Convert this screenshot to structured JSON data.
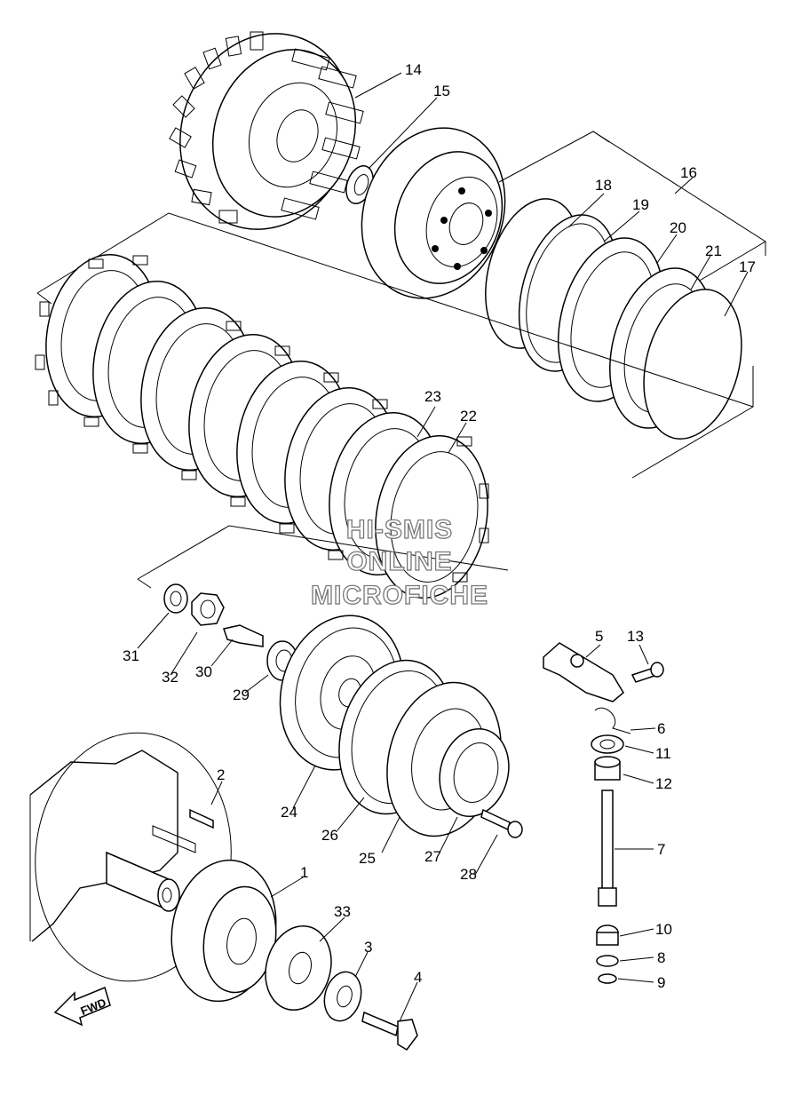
{
  "diagram": {
    "labels": [
      "1",
      "2",
      "3",
      "4",
      "5",
      "6",
      "7",
      "8",
      "9",
      "10",
      "11",
      "12",
      "13",
      "14",
      "15",
      "16",
      "17",
      "18",
      "19",
      "20",
      "21",
      "22",
      "23",
      "24",
      "25",
      "26",
      "27",
      "28",
      "29",
      "30",
      "31",
      "32",
      "33"
    ],
    "watermark": [
      "HI-SMIS",
      "ONLINE",
      "MICROFICHE"
    ],
    "direction_arrow": "FWD"
  }
}
